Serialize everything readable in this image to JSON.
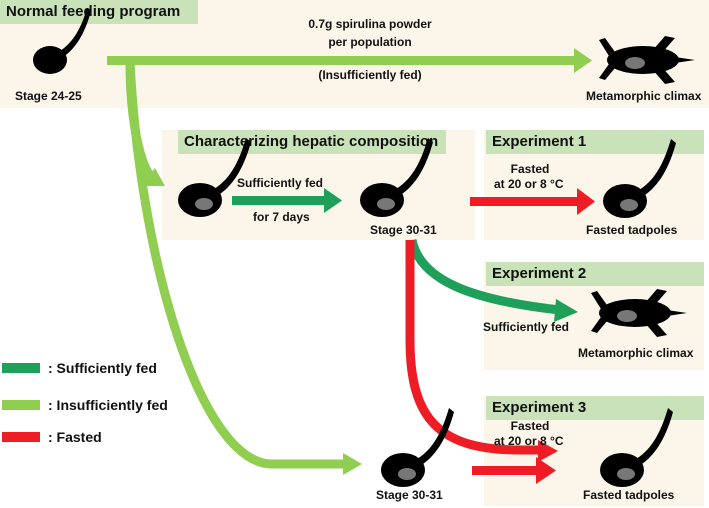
{
  "headers": {
    "normal": "Normal feeding program",
    "hepatic": "Characterizing hepatic composition",
    "exp1": "Experiment 1",
    "exp2": "Experiment 2",
    "exp3": "Experiment 3"
  },
  "labels": {
    "spirulina_1": "0.7g spirulina powder",
    "spirulina_2": "per population",
    "insufficiently_fed_paren": "(Insufficiently fed)",
    "stage_24_25": "Stage 24-25",
    "metamorphic_climax_top": "Metamorphic climax",
    "sufficiently_fed": "Sufficiently fed",
    "for_7_days": "for 7 days",
    "stage_30_31_mid": "Stage 30-31",
    "fasted_1": "Fasted",
    "fasted_temp_1": "at 20 or 8 °C",
    "fasted_tadpoles_1": "Fasted tadpoles",
    "sufficiently_fed_exp2": "Sufficiently fed",
    "metamorphic_climax_exp2": "Metamorphic climax",
    "fasted_3": "Fasted",
    "fasted_temp_3": "at 20 or 8 °C",
    "stage_30_31_bottom": "Stage 30-31",
    "fasted_tadpoles_3": "Fasted tadpoles"
  },
  "legend": [
    {
      "label": ": Sufficiently fed",
      "color": "#1ea05a"
    },
    {
      "label": ": Insufficiently fed",
      "color": "#8fce50"
    },
    {
      "label": ": Fasted",
      "color": "#ee1c24"
    }
  ],
  "colors": {
    "sufficient": "#1ea05a",
    "insufficient": "#8fce50",
    "fasted": "#ee1c24",
    "panel": "#fbf6e9",
    "header": "#c9e2b9"
  }
}
